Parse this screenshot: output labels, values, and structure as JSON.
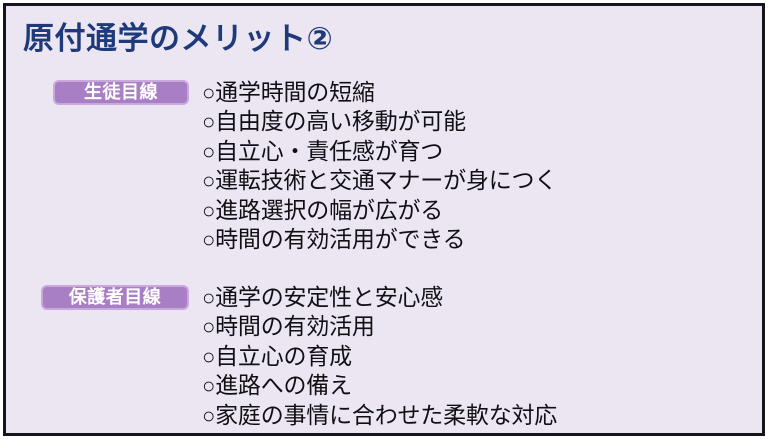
{
  "slide": {
    "title": "原付通学のメリット②",
    "background_color": "#ece6f2",
    "border_color": "#15161c",
    "title_color": "#1f3a7a",
    "badge_fill_color": "#a87fc4",
    "badge_border_color": "#c9a8de",
    "badge_text_color": "#ffffff",
    "bullet_marker": "○"
  },
  "sections": [
    {
      "badge_label": "生徒目線",
      "items": [
        "通学時間の短縮",
        "自由度の高い移動が可能",
        "自立心・責任感が育つ",
        "運転技術と交通マナーが身につく",
        "進路選択の幅が広がる",
        "時間の有効活用ができる"
      ]
    },
    {
      "badge_label": "保護者目線",
      "items": [
        "通学の安定性と安心感",
        "時間の有効活用",
        "自立心の育成",
        "進路への備え",
        "家庭の事情に合わせた柔軟な対応"
      ]
    }
  ]
}
